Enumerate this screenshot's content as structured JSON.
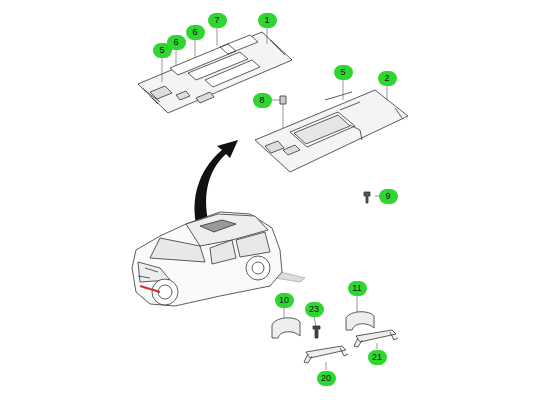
{
  "diagram": {
    "labels": [
      "1",
      "7",
      "6",
      "6",
      "5",
      "5",
      "2",
      "8",
      "9",
      "10",
      "11",
      "23",
      "21",
      "20"
    ]
  }
}
